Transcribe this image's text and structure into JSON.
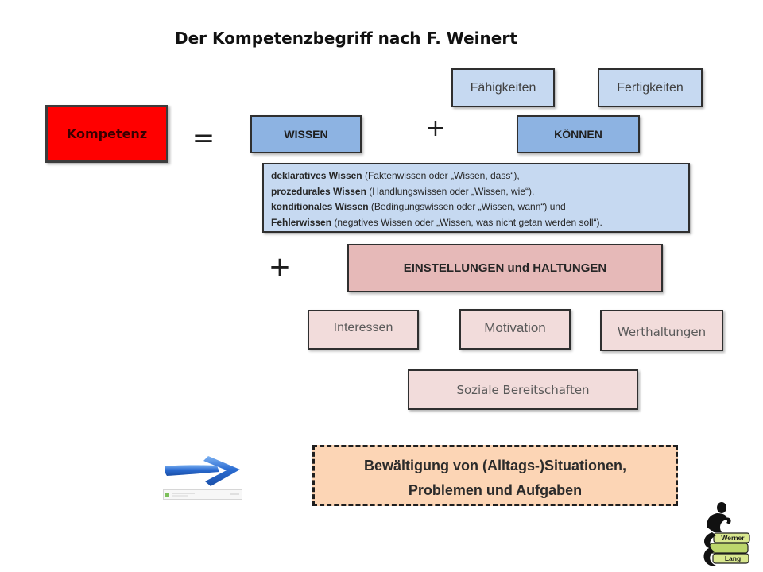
{
  "title": "Der Kompetenzbegriff nach F. Weinert",
  "kompetenz": "Kompetenz",
  "equals": "=",
  "plus_wissen_koennen": "+",
  "plus_einstellungen": "+",
  "wissen": {
    "label": "WISSEN",
    "items": [
      {
        "term": "deklaratives Wissen",
        "desc": " (Faktenwissen oder „Wissen, dass“),"
      },
      {
        "term": "prozedurales Wissen",
        "desc": " (Handlungswissen oder „Wissen, wie“),"
      },
      {
        "term": "konditionales Wissen",
        "desc": " (Bedingungswissen oder „Wissen, wann“) und"
      },
      {
        "term": "Fehlerwissen",
        "desc": " (negatives Wissen oder „Wissen, was nicht getan werden soll“)."
      }
    ]
  },
  "koennen": {
    "label": "KÖNNEN",
    "parts": [
      "Fähigkeiten",
      "Fertigkeiten"
    ]
  },
  "einstellungen": {
    "label": "EINSTELLUNGEN und HALTUNGEN",
    "parts": [
      "Interessen",
      "Motivation",
      "Werthaltungen",
      "Soziale Bereitschaften"
    ]
  },
  "result": {
    "lines": [
      "Bewältigung von (Alltags-)Situationen,",
      "Problemen und Aufgaben"
    ]
  },
  "logo": {
    "book_top": "Werner",
    "book_bottom": "Lang"
  },
  "icons": [
    "right-arrow-icon",
    "thinker-books-logo"
  ],
  "colors": {
    "kompetenz": "#ff0000",
    "wissen": "#8db3e2",
    "wissen_light": "#c6d9f1",
    "einstellungen": "#e6b9b8",
    "einstellungen_light": "#f2dcdb",
    "result": "#fcd5b5",
    "arrow": "#2a6bd1"
  }
}
